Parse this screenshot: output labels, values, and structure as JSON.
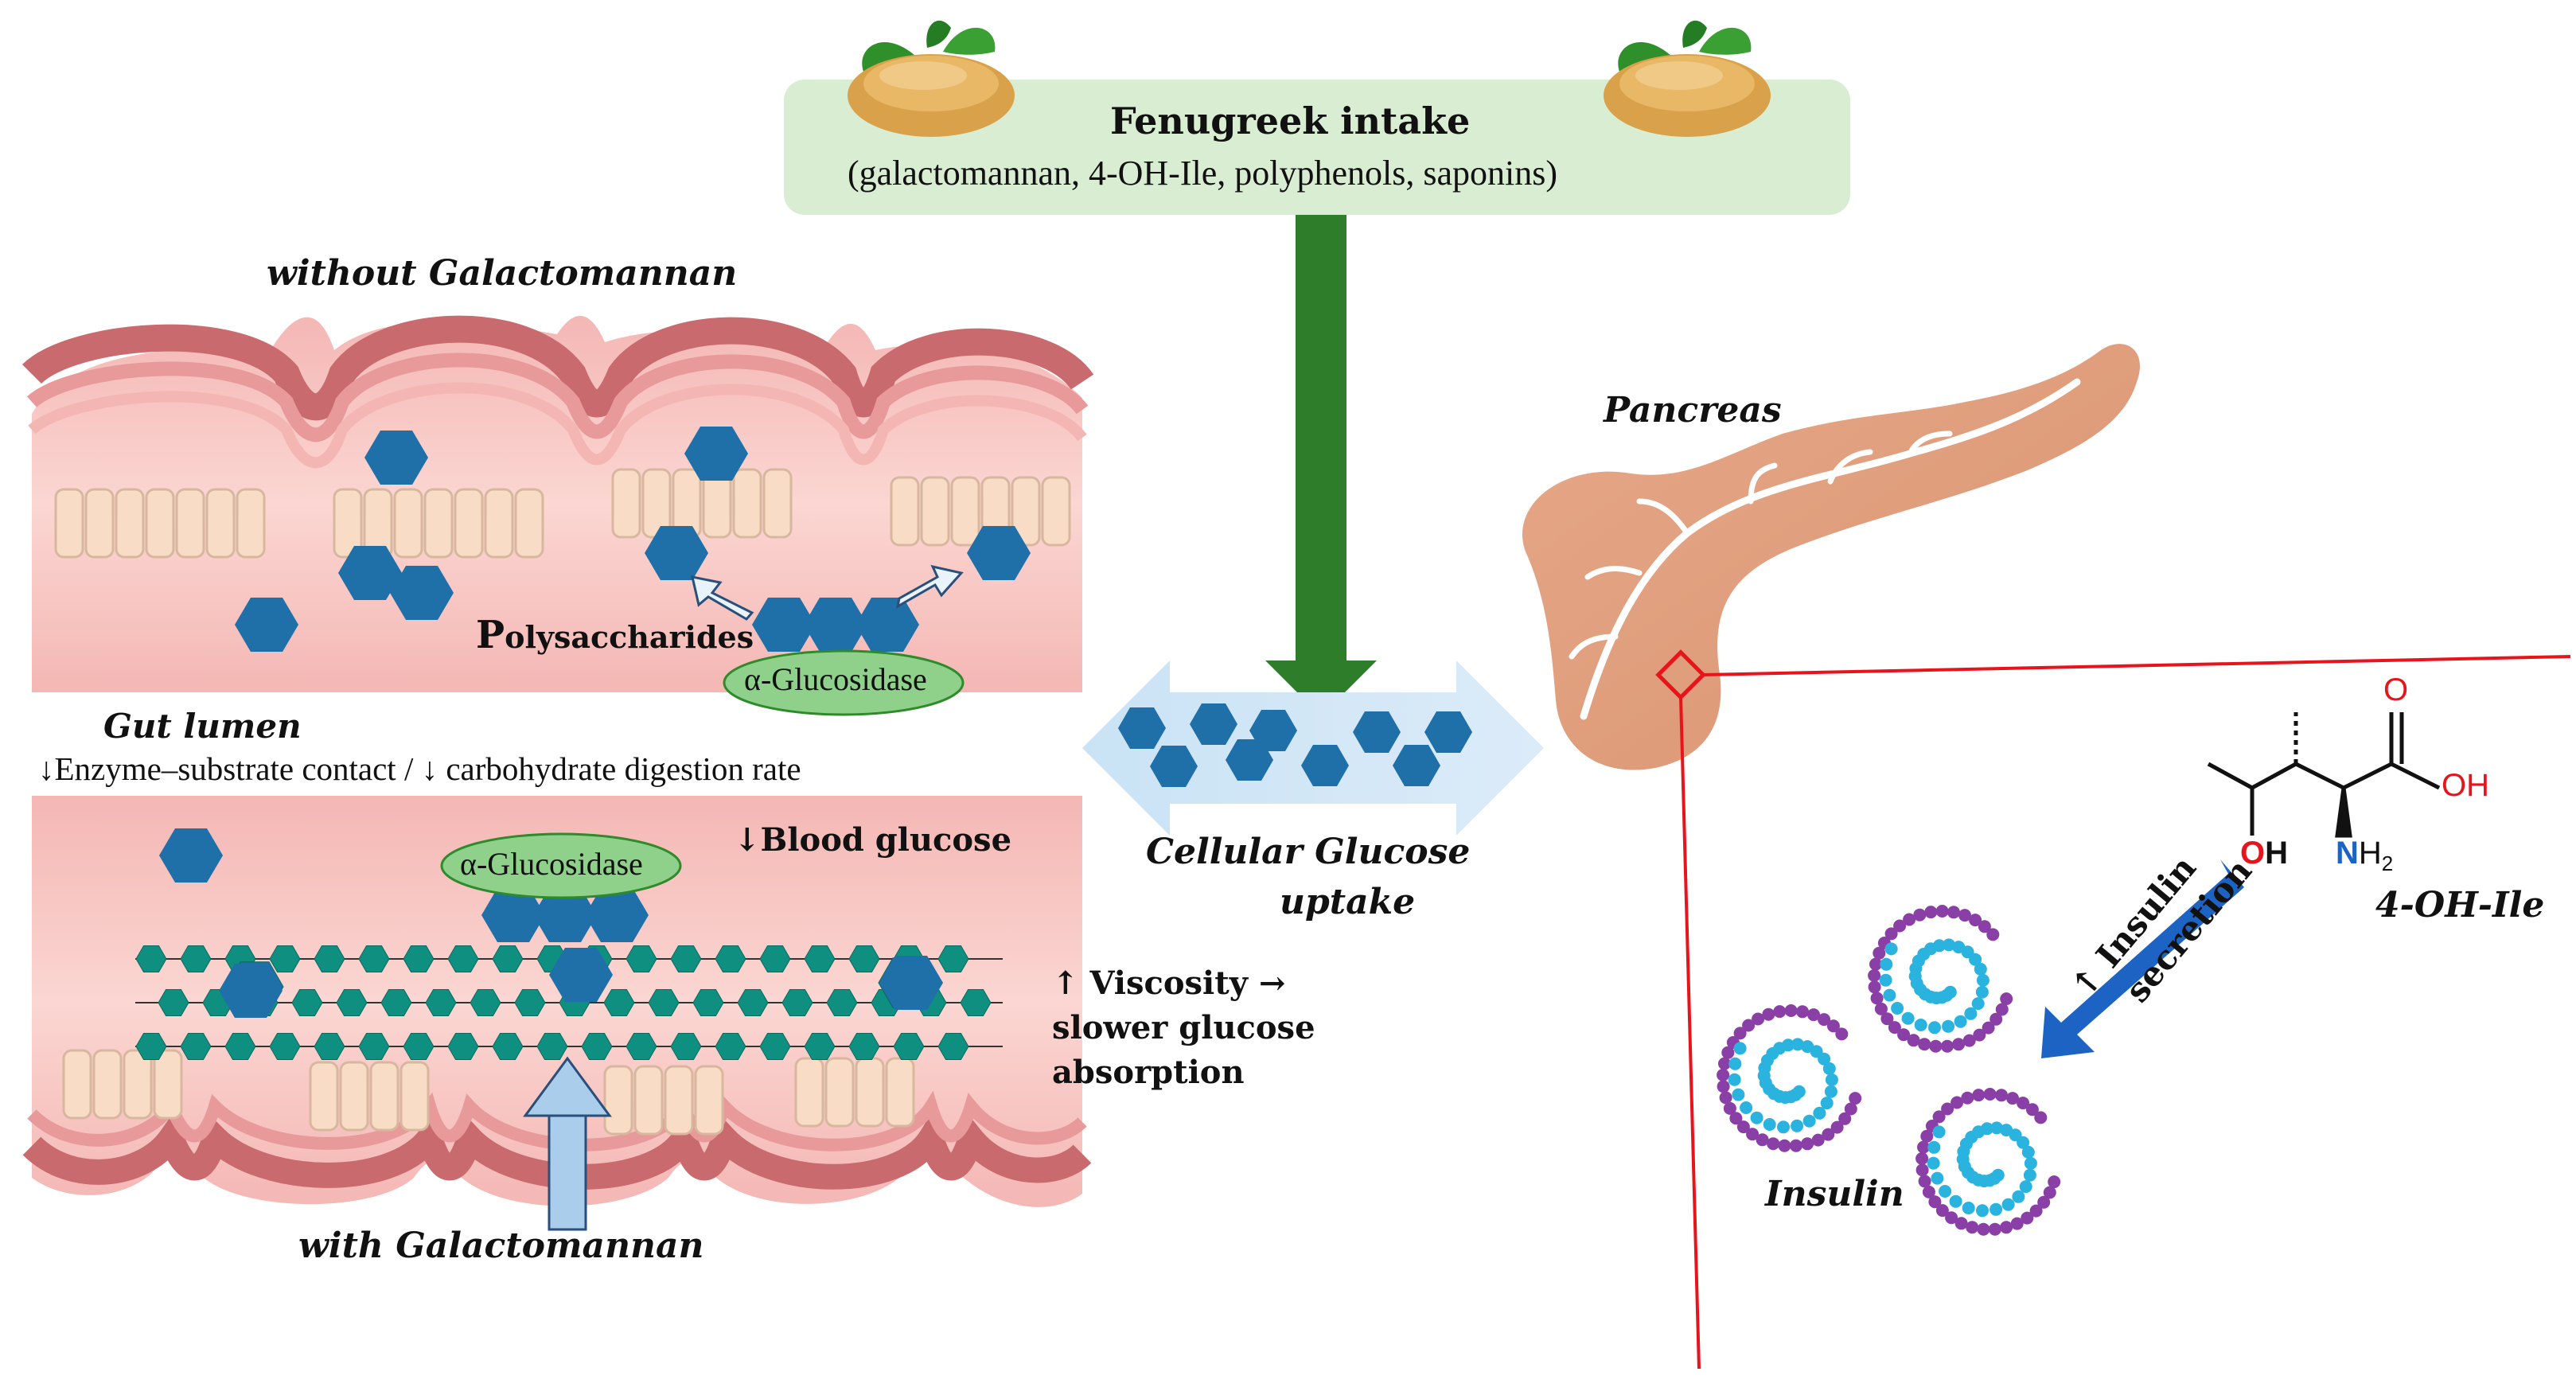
{
  "header_box": {
    "title": "Fenugreek intake",
    "subtitle": "(galactomannan, 4-OH-Ile, polyphenols, saponins)"
  },
  "intestine": {
    "top_caption": "without Galactomannan",
    "bottom_caption": "with Galactomannan",
    "polysaccharides_label_first": "P",
    "polysaccharides_label_rest": "olysaccharides",
    "enzyme_label_top": "α-Glucosidase",
    "enzyme_label_bottom": "α-Glucosidase",
    "gut_lumen_label": "Gut lumen",
    "gut_lumen_note": "↓Enzyme–substrate contact / ↓ carbohydrate digestion rate",
    "blood_glucose": "↓Blood glucose",
    "viscosity_lines": [
      "↑ Viscosity →",
      "slower glucose",
      "absorption"
    ]
  },
  "uptake": {
    "lines": [
      "Cellular Glucose",
      "uptake"
    ]
  },
  "pancreas": {
    "label": "Pancreas"
  },
  "molecule": {
    "name": "4-OH-Ile",
    "atom_O_top": "O",
    "atom_OH_right": "OH",
    "atom_OH_bottom_O": "O",
    "atom_OH_bottom_H": "H",
    "atom_NH2_N": "N",
    "atom_NH2_H": "H",
    "atom_NH2_sub": "2"
  },
  "insulin": {
    "label": "Insulin",
    "secretion_line1": "↑ Insulin",
    "secretion_line2": "secretion"
  },
  "colors": {
    "header_fill": "#d9edd3",
    "green_arrow": "#2e7d2a",
    "glucose_hex": "#1f6fa8",
    "galactomannan_hex": "#0f8f80",
    "enzyme_fill": "#8fd18a",
    "tissue_pink": "#f7c7c4",
    "villus_red": "#c96a6e",
    "pancreas": "#e0a07e",
    "red_line": "#e8141b",
    "blue_arrow": "#1d63c4",
    "insulin_purple": "#8a3fa6",
    "insulin_cyan": "#2bb3e0"
  }
}
